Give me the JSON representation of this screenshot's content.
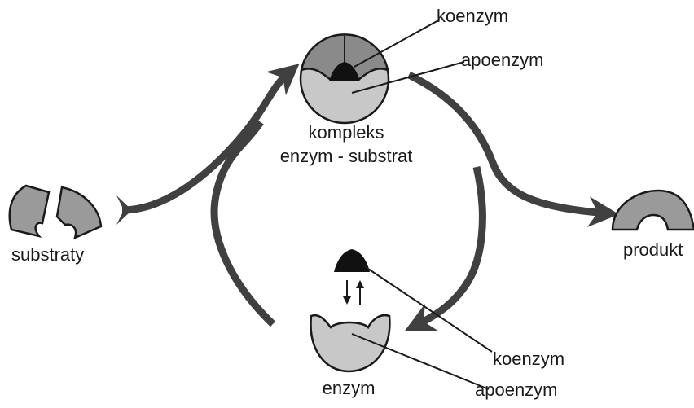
{
  "colors": {
    "ink": "#1a1a1a",
    "arrow": "#404040",
    "piece_dark": "#8a8a8a",
    "piece_mid": "#9a9a9a",
    "piece_light": "#c8c8c8",
    "coenzyme": "#111111"
  },
  "labels": {
    "top_coenzyme": "koenzym",
    "top_apoenzyme": "apoenzym",
    "complex_line1": "kompleks",
    "complex_line2": "enzym - substrat",
    "substrates": "substraty",
    "product": "produkt",
    "enzyme": "enzym",
    "bottom_coenzyme": "koenzym",
    "bottom_apoenzyme": "apoenzym"
  }
}
